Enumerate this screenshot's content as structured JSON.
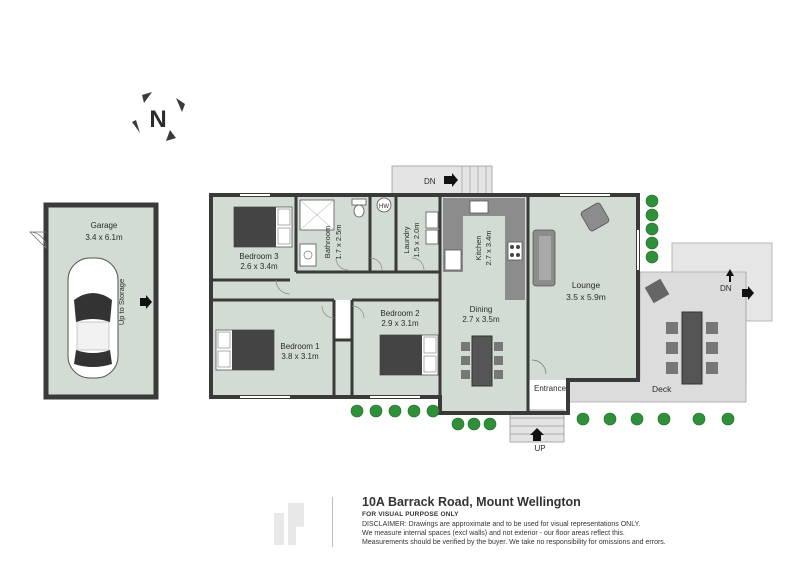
{
  "colors": {
    "floor": "#d3dcd2",
    "wall": "#3a3a3a",
    "deck": "#dcdcdc",
    "ground": "#efefef",
    "bush": "#2f8f3a",
    "counter": "#8c8c8c"
  },
  "compass": {
    "label": "N",
    "icon": "compass-north-icon"
  },
  "rooms": {
    "garage": {
      "name": "Garage",
      "dims": "3.4 x 6.1m"
    },
    "up_to_storage": "Up to Storage",
    "bedroom3": {
      "name": "Bedroom 3",
      "dims": "2.6 x 3.4m"
    },
    "bathroom": {
      "name": "Bathroom",
      "dims": "1.7 x 2.5m"
    },
    "hw": "HW",
    "laundry": {
      "name": "Laundry",
      "dims": "1.5 x 2.0m"
    },
    "kitchen": {
      "name": "Kitchen",
      "dims": "2.7 x 3.4m"
    },
    "lounge": {
      "name": "Lounge",
      "dims": "3.5 x 5.9m"
    },
    "bedroom1": {
      "name": "Bedroom 1",
      "dims": "3.8 x 3.1m"
    },
    "bedroom2": {
      "name": "Bedroom 2",
      "dims": "2.9 x 3.1m"
    },
    "dining": {
      "name": "Dining",
      "dims": "2.7 x 3.5m"
    },
    "entrance": "Entrance",
    "deck": "Deck"
  },
  "stairs": {
    "top_label": "DN",
    "deck_label": "DN",
    "front_label": "UP"
  },
  "footer": {
    "address": "10A Barrack Road, Mount Wellington",
    "purpose": "FOR VISUAL PURPOSE ONLY",
    "disclaimer_1": "DISCLAIMER: Drawings are approximate and to be used for visual representations ONLY.",
    "disclaimer_2": "We measure internal spaces (excl walls) and not exterior - our floor areas reflect this.",
    "disclaimer_3": "Measurements should be verified by the buyer. We take no responsibility for omissions and errors."
  }
}
